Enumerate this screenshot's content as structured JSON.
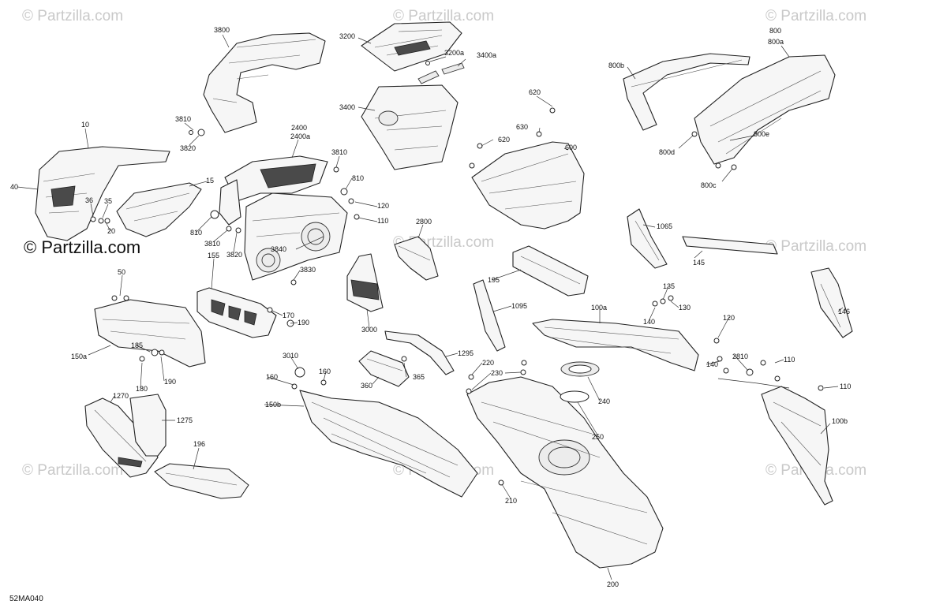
{
  "diagram": {
    "diagram_code": "52MA040",
    "watermark_text": "© Partzilla.com",
    "watermark_main": "© Partzilla.com",
    "labels": [
      "3800",
      "3200",
      "3200a",
      "3400a",
      "800",
      "800a",
      "800b",
      "3400",
      "620",
      "630",
      "620",
      "600",
      "800d",
      "800e",
      "800c",
      "3810",
      "3820",
      "10",
      "2400",
      "2400a",
      "3810",
      "810",
      "120",
      "110",
      "15",
      "40",
      "36",
      "35",
      "20",
      "810",
      "3810",
      "3820",
      "3840",
      "2800",
      "1065",
      "145",
      "155",
      "3830",
      "50",
      "170",
      "190",
      "195",
      "135",
      "130",
      "140",
      "1095",
      "146",
      "3000",
      "1295",
      "100a",
      "150a",
      "185",
      "190",
      "180",
      "120",
      "2810",
      "110",
      "140",
      "110",
      "220",
      "230",
      "240",
      "3010",
      "160",
      "160",
      "365",
      "360",
      "150b",
      "250",
      "100b",
      "1270",
      "1275",
      "196",
      "210",
      "200"
    ]
  }
}
